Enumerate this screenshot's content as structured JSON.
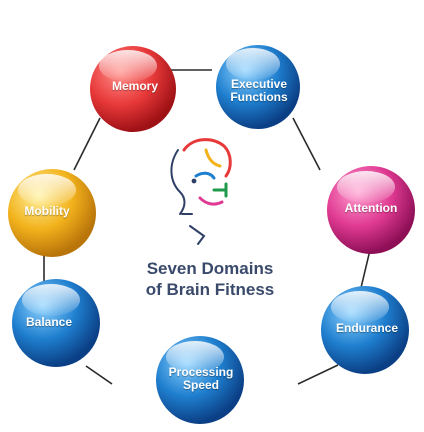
{
  "diagram": {
    "title_line1": "Seven Domains",
    "title_line2": "of Brain Fitness",
    "domains": {
      "memory": "Memory",
      "executive_line1": "Executive",
      "executive_line2": "Functions",
      "mobility": "Mobility",
      "attention": "Attention",
      "balance": "Balance",
      "endurance": "Endurance",
      "processing_line1": "Processing",
      "processing_line2": "Speed"
    },
    "colors": {
      "memory": "#e8393a",
      "executive": "#1f7fcf",
      "mobility": "#f2b21c",
      "attention": "#e03a92",
      "balance": "#1e88d6",
      "endurance": "#2a72d0",
      "processing": "#1a8fd8",
      "connector": "#2b2b2b",
      "title": "#3a4a6b"
    },
    "center_icon": "head-brain-icon"
  }
}
